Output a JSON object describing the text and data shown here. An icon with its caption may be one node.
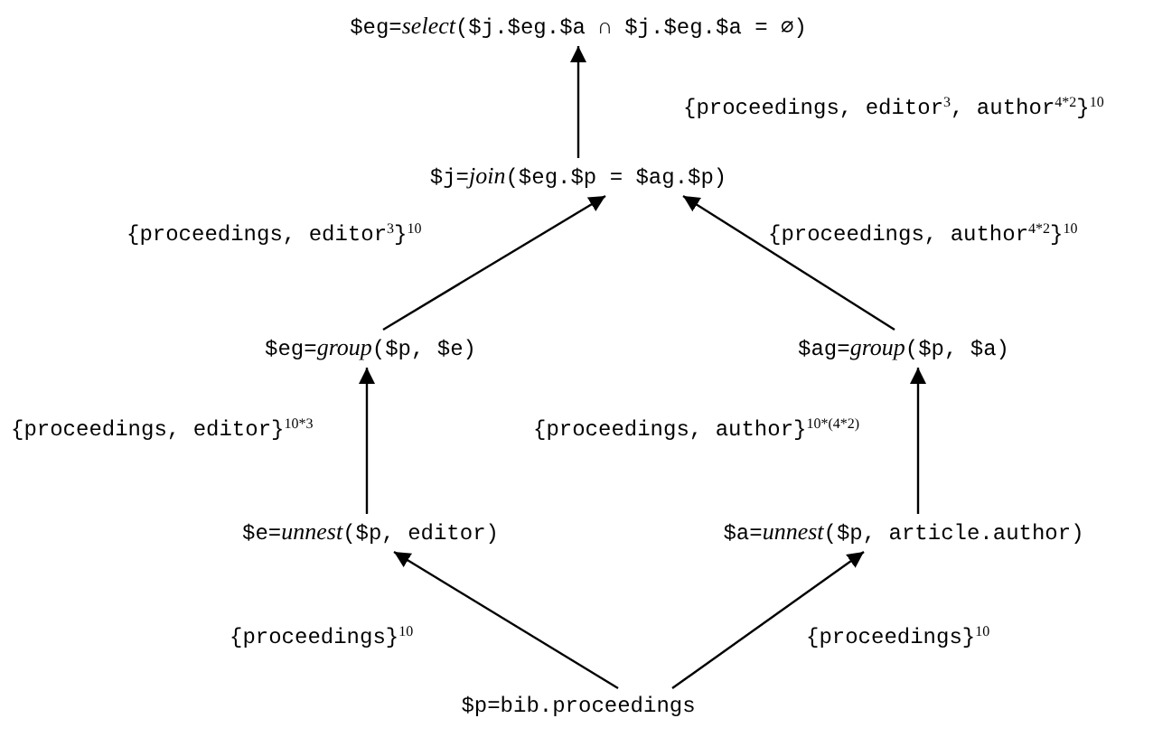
{
  "diagram": {
    "nodes": [
      {
        "text": [
          "$eg=*select*($j.$eg.$a ∩ $j.$eg.$a = ∅)"
        ]
      },
      {
        "text": [
          "$j=*join*($eg.$p = $ag.$p)"
        ]
      },
      {
        "text": [
          "$eg=*group*($p, $e)"
        ]
      },
      {
        "text": [
          "$ag=*group*($p, $a)"
        ]
      },
      {
        "text": [
          "$e=*unnest*($p, editor)"
        ]
      },
      {
        "text": [
          "$a=*unnest*($p, article.author)"
        ]
      },
      {
        "text": [
          "$p=bib.proceedings"
        ]
      }
    ],
    "edges": [
      {
        "from": 1,
        "to": 0,
        "arrow": "to",
        "label": "{proceedings, editor$^{3}$, author$^{4*2}$}$^{10}$"
      },
      {
        "from": 2,
        "to": 1,
        "arrow": "to",
        "label": "{proceedings, editor$^{3}$}$^{10}$"
      },
      {
        "from": 3,
        "to": 1,
        "arrow": "to",
        "label": "{proceedings, author$^{4*2}$}$^{10}$"
      },
      {
        "from": 4,
        "to": 2,
        "arrow": "to",
        "label": "{proceedings, editor}$^{10*3}$"
      },
      {
        "from": 5,
        "to": 3,
        "arrow": "to",
        "label": "{proceedings, author}$^{10*(4*2)}$"
      },
      {
        "from": 6,
        "to": 4,
        "arrow": "to",
        "label": "{proceedings}$^{10}$"
      },
      {
        "from": 6,
        "to": 5,
        "arrow": "to",
        "label": "{proceedings}$^{10}$"
      }
    ]
  }
}
